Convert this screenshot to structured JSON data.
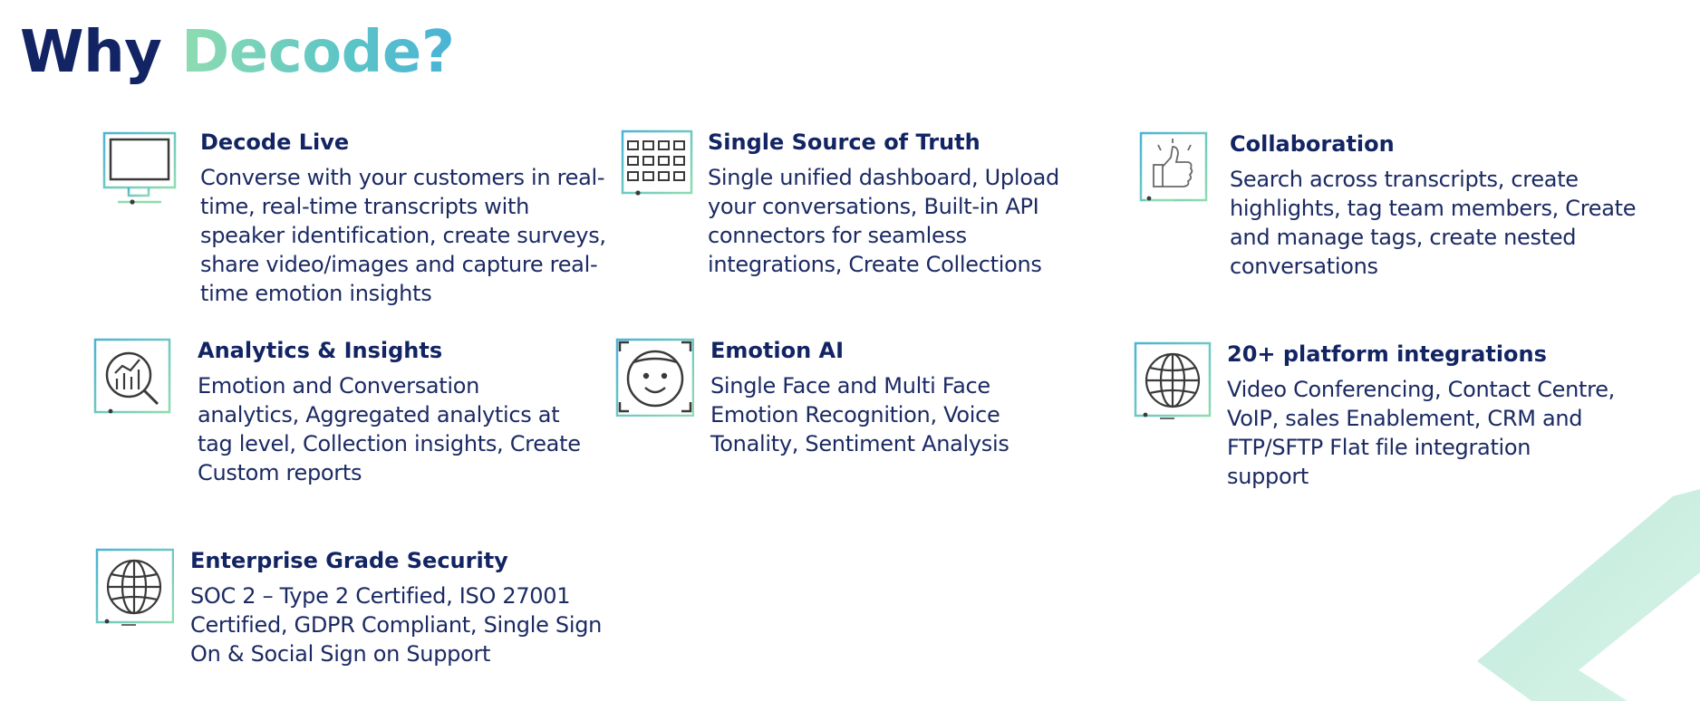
{
  "page": {
    "title_part1": "Why",
    "title_part2": "Decode?"
  },
  "colors": {
    "navy": "#122463",
    "text": "#1b2a63",
    "accent_green": "#8fdcb0",
    "accent_teal": "#5cc5c6",
    "accent_blue": "#4ab3d6"
  },
  "features": [
    {
      "icon": "monitor-icon",
      "title": "Decode Live",
      "description": "Converse with your customers in real-time, real-time transcripts with speaker identification, create surveys, share video/images and capture real-time emotion insights"
    },
    {
      "icon": "dashboard-grid-icon",
      "title": "Single Source of Truth",
      "description": "Single unified dashboard, Upload your conversations, Built-in API connectors for seamless integrations, Create Collections"
    },
    {
      "icon": "thumbs-up-icon",
      "title": "Collaboration",
      "description": "Search across transcripts, create highlights, tag team members, Create and manage tags, create nested conversations"
    },
    {
      "icon": "analytics-magnifier-icon",
      "title": "Analytics & Insights",
      "description": "Emotion and Conversation analytics, Aggregated analytics at tag level, Collection insights, Create Custom reports"
    },
    {
      "icon": "face-scan-icon",
      "title": "Emotion AI",
      "description": "Single Face and Multi Face Emotion Recognition, Voice Tonality, Sentiment Analysis"
    },
    {
      "icon": "globe-icon",
      "title": "20+ platform integrations",
      "description": "Video Conferencing, Contact Centre, VoIP, sales Enablement, CRM and FTP/SFTP Flat file integration support"
    },
    {
      "icon": "globe-icon",
      "title": "Enterprise Grade Security",
      "description": "SOC 2 – Type 2 Certified, ISO 27001 Certified, GDPR Compliant, Single Sign On & Social Sign on Support"
    }
  ]
}
